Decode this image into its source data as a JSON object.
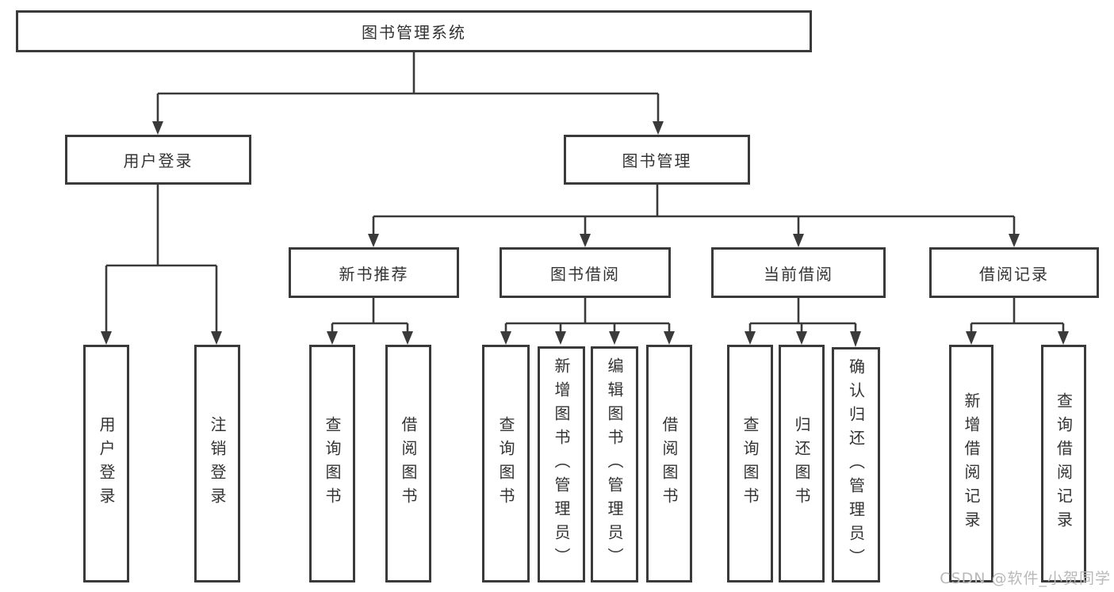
{
  "diagram": {
    "root": {
      "label": "图书管理系统"
    },
    "level2": [
      {
        "label": "用户登录"
      },
      {
        "label": "图书管理"
      }
    ],
    "level3": [
      {
        "label": "新书推荐"
      },
      {
        "label": "图书借阅"
      },
      {
        "label": "当前借阅"
      },
      {
        "label": "借阅记录"
      }
    ],
    "leaves": [
      {
        "label": "用户登录"
      },
      {
        "label": "注销登录"
      },
      {
        "label": "查询图书"
      },
      {
        "label": "借阅图书"
      },
      {
        "label": "查询图书"
      },
      {
        "label": "新增图书（管理员）"
      },
      {
        "label": "编辑图书（管理员）"
      },
      {
        "label": "借阅图书"
      },
      {
        "label": "查询图书"
      },
      {
        "label": "归还图书"
      },
      {
        "label": "确认归还（管理员）"
      },
      {
        "label": "新增借阅记录"
      },
      {
        "label": "查询借阅记录"
      }
    ]
  },
  "watermark": {
    "text": "CSDN @软件_小贺同学"
  },
  "colors": {
    "line": "#3a3a3a",
    "text": "#333333",
    "box_bg": "#ffffff",
    "background": "#ffffff",
    "watermark": "#b9b9b9"
  }
}
